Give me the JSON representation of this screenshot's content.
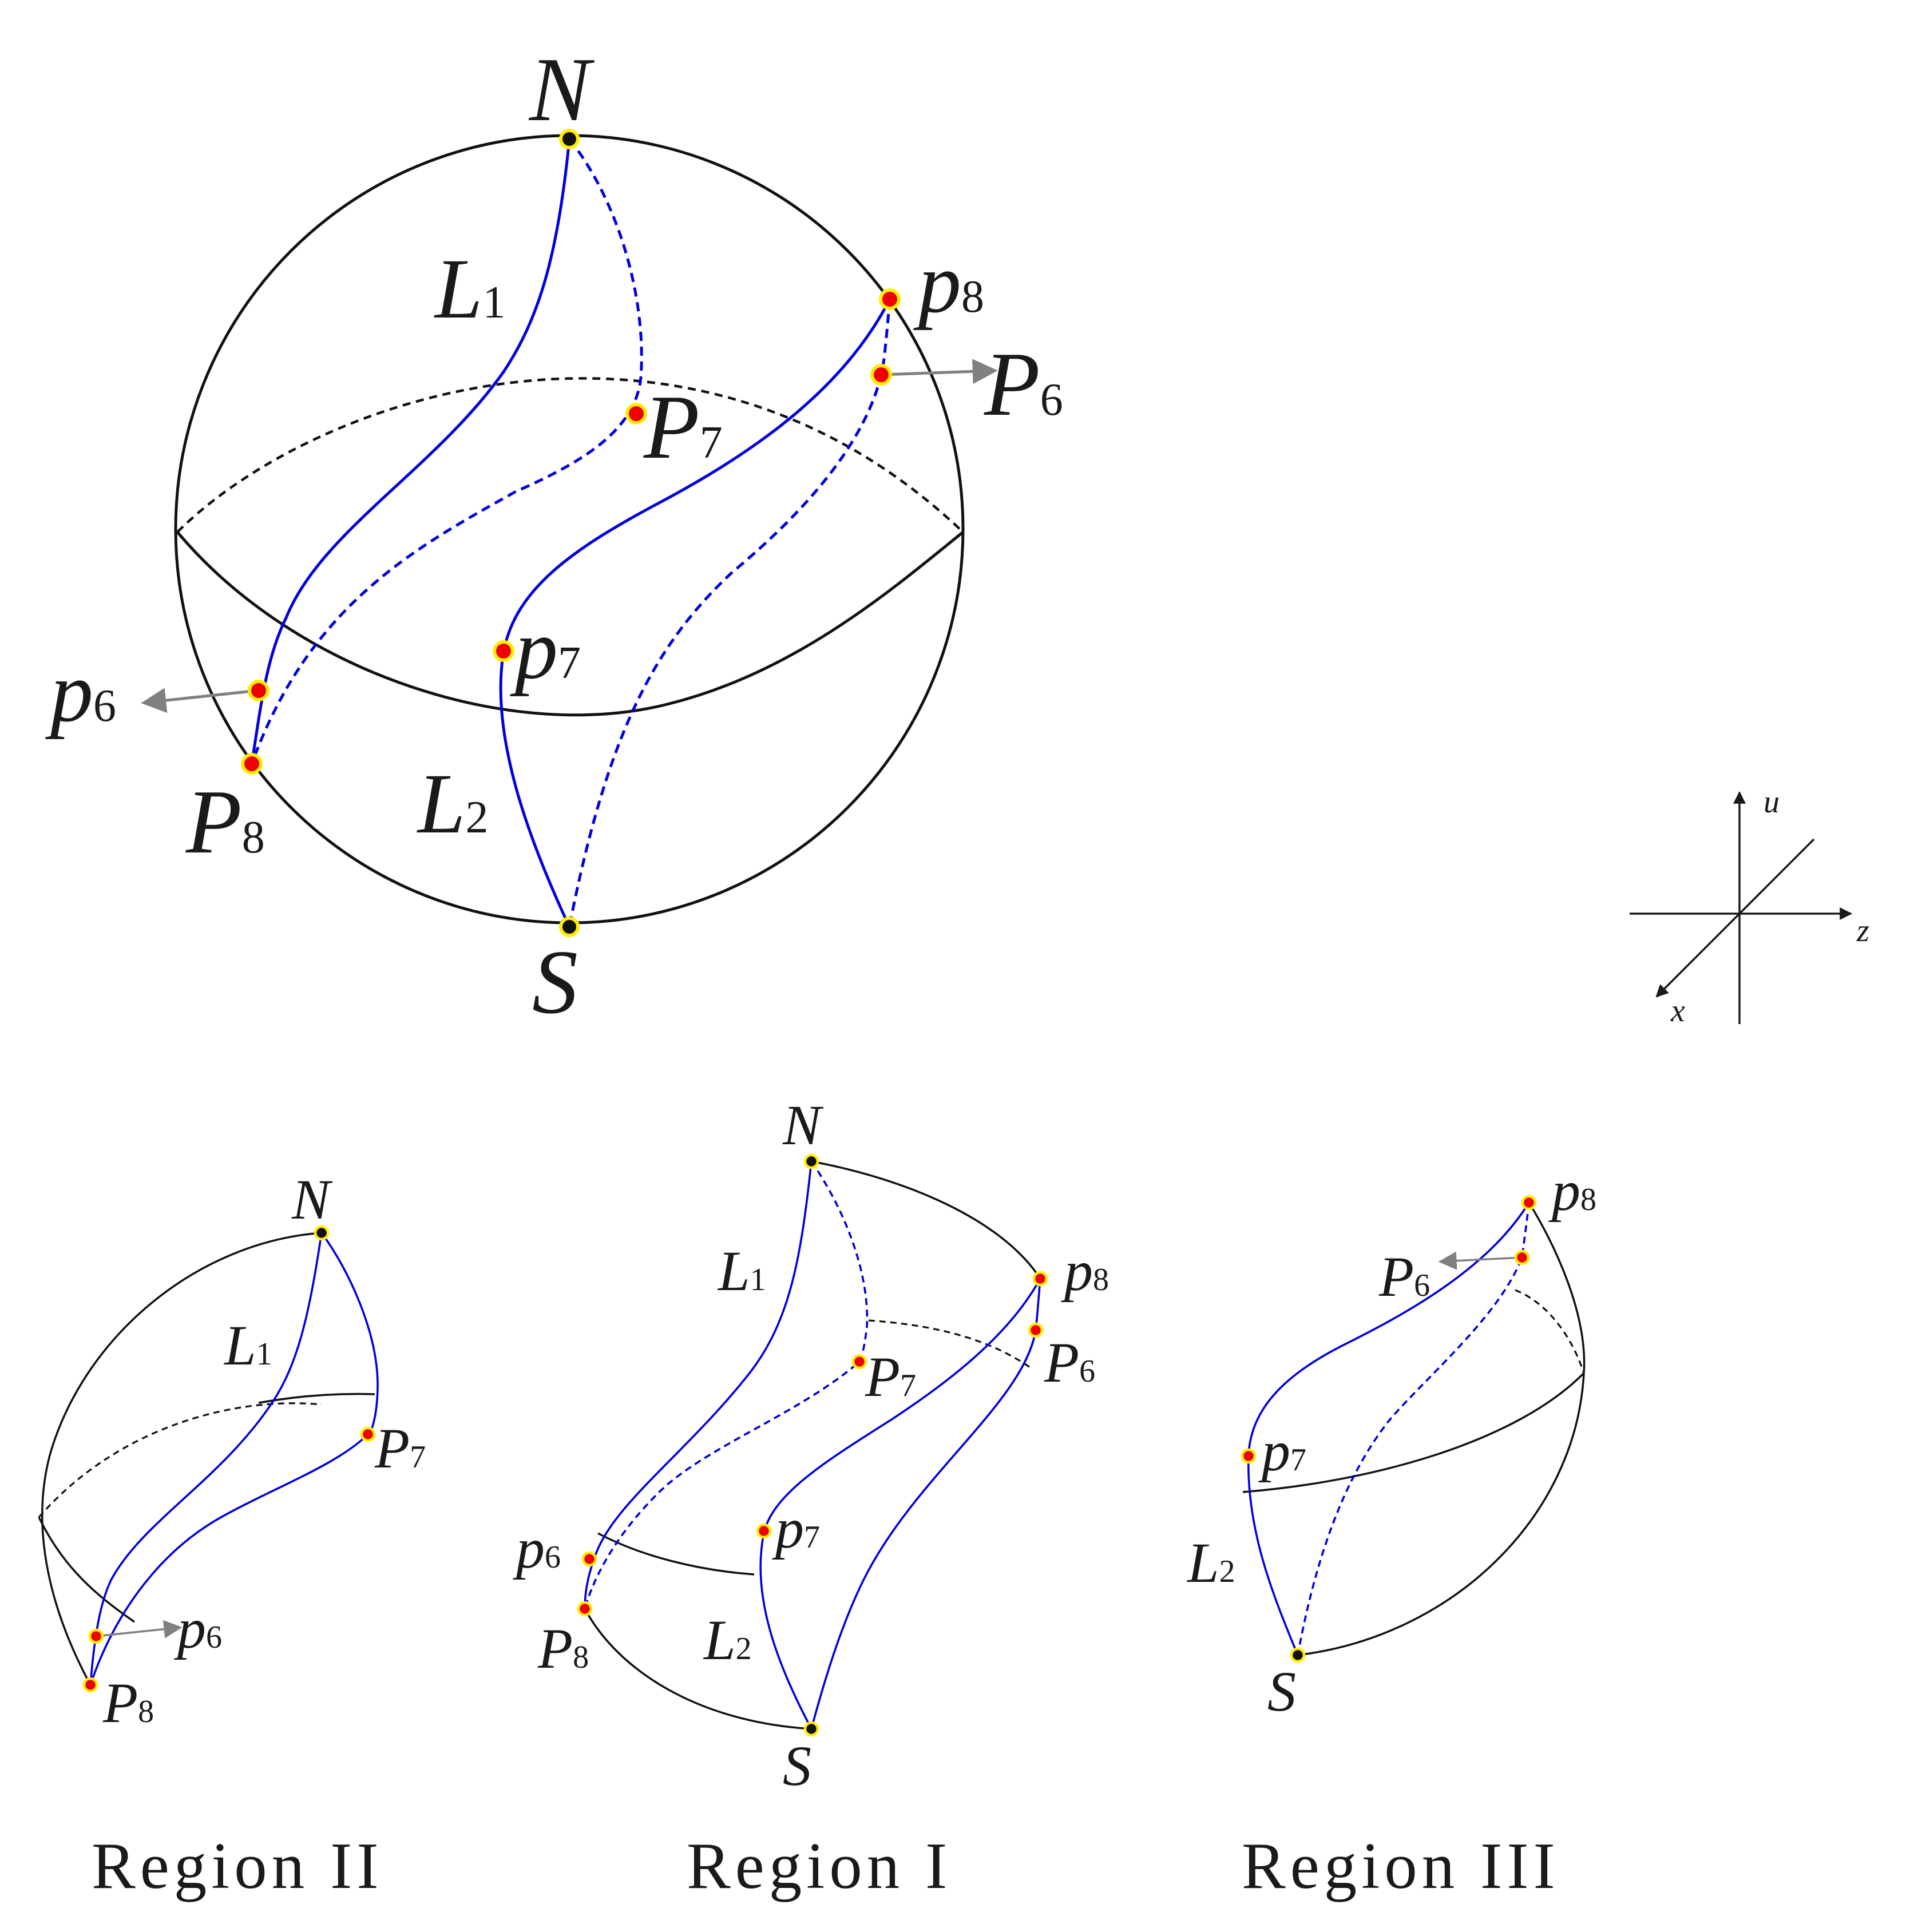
{
  "labels": {
    "N": "N",
    "S": "S",
    "L": "L",
    "P": "P",
    "p": "p",
    "sub1": "1",
    "sub2": "2",
    "sub6": "6",
    "sub7": "7",
    "sub8": "8"
  },
  "axes": {
    "u": "u",
    "z": "z",
    "x": "x"
  },
  "regions": {
    "region_ii": "Region II",
    "region_i": "Region I",
    "region_iii": "Region III"
  },
  "colors": {
    "curve": "#0000dd",
    "outline": "#111111",
    "point_fill": "#ee0000",
    "pole_fill": "#111111",
    "point_ring": "#ffee00",
    "arrow": "#808080"
  }
}
